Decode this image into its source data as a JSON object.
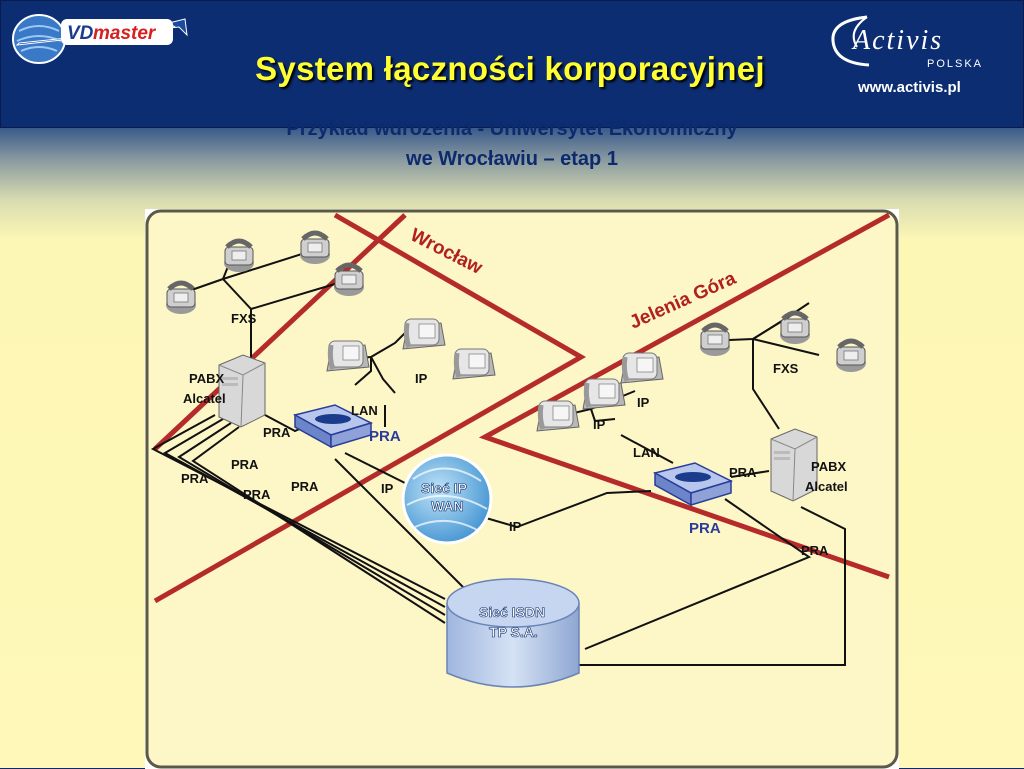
{
  "header": {
    "brand_left": "VDmaster",
    "brand_left_vd": "VD",
    "brand_left_master": "master",
    "brand_right": "Activis",
    "brand_right_sub": "POLSKA",
    "url": "www.activis.pl"
  },
  "title": "System łączności korporacyjnej",
  "subtitle_line1": "Przykład wdrożenia  - Uniwersytet Ekonomiczny",
  "subtitle_line2": "we Wrocławiu – etap 1",
  "diagram": {
    "regions": {
      "left": "Wrocław",
      "right": "Jelenia Góra"
    },
    "left": {
      "fxs": "FXS",
      "pabx_line1": "PABX",
      "pabx_line2": "Alcatel",
      "ip": "IP",
      "lan": "LAN",
      "pra_gateway": "PRA",
      "pra_link": "PRA",
      "pra_a": "PRA",
      "pra_b": "PRA",
      "pra_c": "PRA",
      "pra_d": "PRA",
      "ip_wan": "IP"
    },
    "right": {
      "fxs": "FXS",
      "pabx_line1": "PABX",
      "pabx_line2": "Alcatel",
      "ip_a": "IP",
      "ip_b": "IP",
      "lan": "LAN",
      "pra_gateway": "PRA",
      "pra_link": "PRA",
      "pra_isdn": "PRA"
    },
    "wan_ip": "IP",
    "wan_line1": "Sieć IP",
    "wan_line2": "WAN",
    "isdn_line1": "Sieć  ISDN",
    "isdn_line2": "TP S.A."
  },
  "colors": {
    "header_bg": "#0c2d72",
    "title": "#ffff33",
    "subtitle": "#0c2a6e",
    "diagram_bg": "#fdf6c6",
    "border_line": "#b52a2a"
  }
}
